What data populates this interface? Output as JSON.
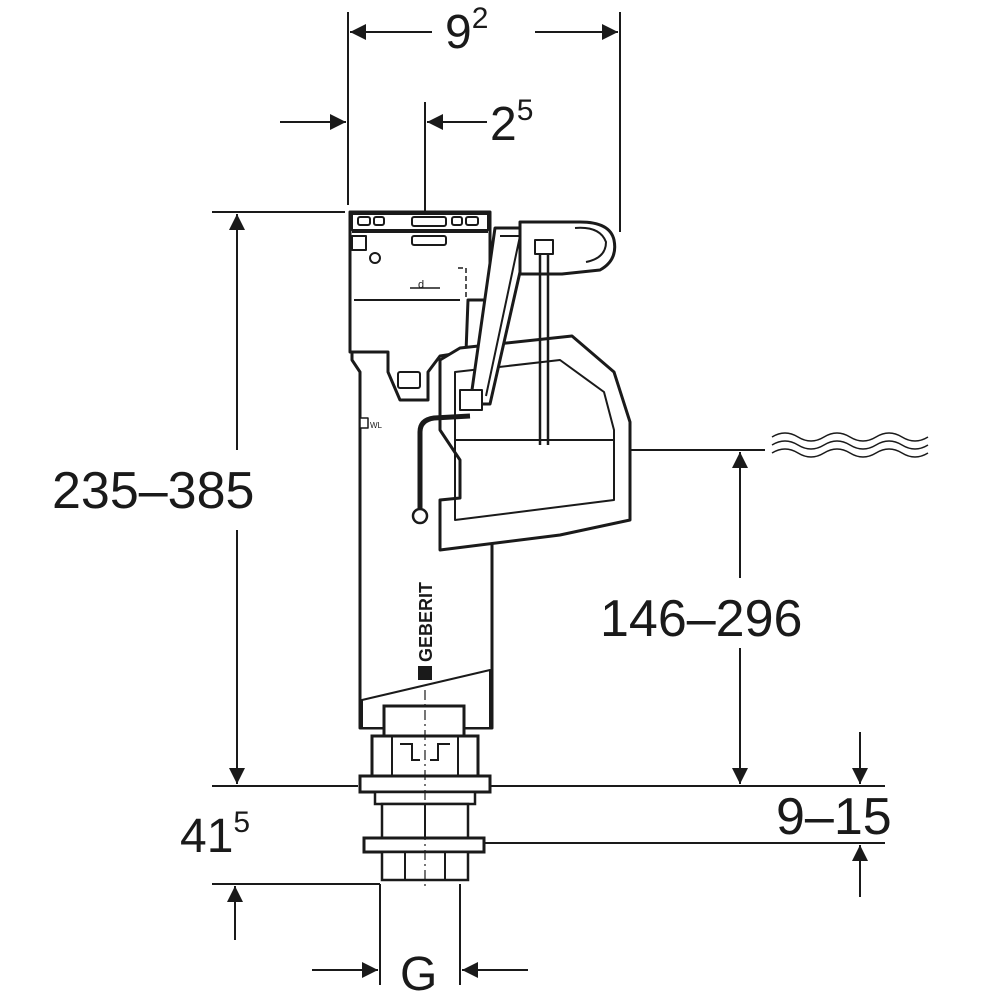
{
  "dimensions": {
    "top_width_base": "9",
    "top_width_sup": "2",
    "top_offset_base": "2",
    "top_offset_sup": "5",
    "total_height": "235–385",
    "water_level_height": "146–296",
    "flange_height": "9–15",
    "bottom_offset_base": "41",
    "bottom_offset_sup": "5",
    "thread_label": "G"
  },
  "labels": {
    "water_mark": "WL",
    "brand": "GEBERIT",
    "adjust_mark": "d"
  },
  "colors": {
    "line": "#1a1a1a",
    "fill": "#ffffff"
  }
}
